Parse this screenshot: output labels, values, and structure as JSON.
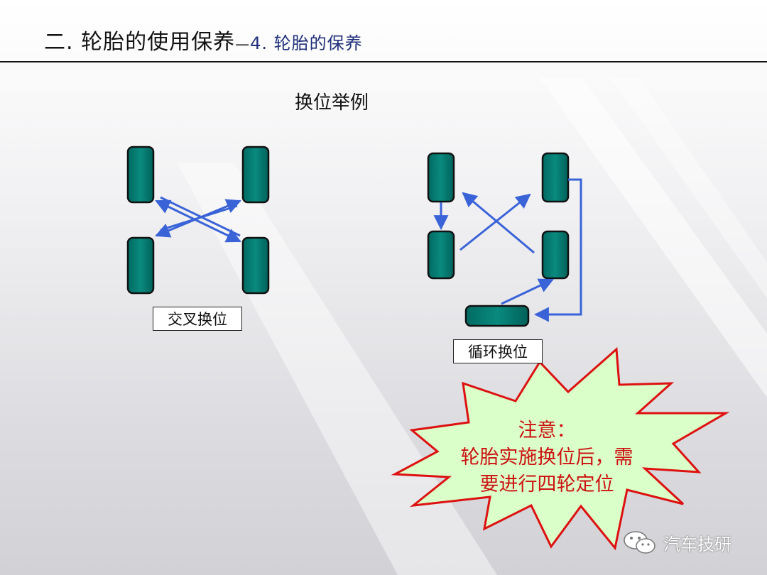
{
  "header": {
    "title": "二. 轮胎的使用保养",
    "separator": "—",
    "subtitle": "4. 轮胎的保养"
  },
  "heading": "换位举例",
  "diagrams": {
    "cross_rotation_label": "交叉换位",
    "cycle_rotation_label": "循环换位"
  },
  "note": {
    "line1": "注意：",
    "line2": "轮胎实施换位后，需",
    "line3": "要进行四轮定位"
  },
  "watermark": {
    "icon": "wechat-icon",
    "text": "汽车技研"
  },
  "colors": {
    "tire_fill": "#007a70",
    "arrow": "#3a63d8",
    "burst_fill": "#dbffc8",
    "burst_stroke": "#dd1111",
    "note_text": "#cc1111"
  }
}
